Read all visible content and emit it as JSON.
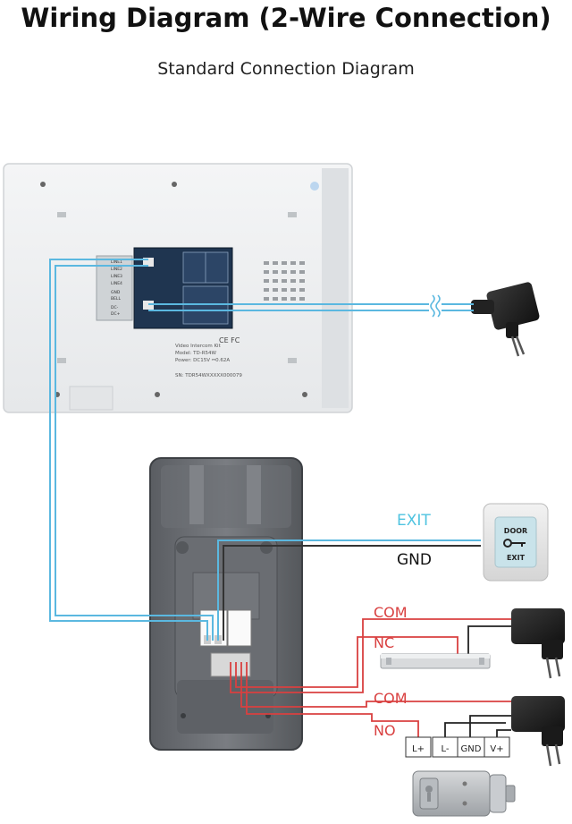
{
  "header": {
    "title": "Wiring Diagram (2-Wire Connection)",
    "subtitle": "Standard Connection Diagram"
  },
  "monitor": {
    "ports": [
      "LINE1",
      "LINE2",
      "LINE3",
      "LINE4",
      "GND",
      "BELL",
      "DC-",
      "DC+"
    ],
    "label_line1": "Video Intercom Kit",
    "label_line2": "Model: TD-R54W",
    "label_line3": "Power: DC15V ⎓0.62A",
    "serial": "SN: TDR54WXXXXX000079",
    "cert": "CE FC"
  },
  "wires": {
    "exit": "EXIT",
    "gnd": "GND",
    "com1": "COM",
    "nc": "NC",
    "com2": "COM",
    "no": "NO"
  },
  "exit_button": {
    "top": "DOOR",
    "bottom": "EXIT"
  },
  "lock_terminals": [
    "L+",
    "L-",
    "GND",
    "V+"
  ],
  "colors": {
    "data_wire": "#5bb8e0",
    "ground_wire": "#333333",
    "lock_wire": "#d94040",
    "exit_text": "#4fc3e0",
    "lock_text": "#d94040"
  }
}
